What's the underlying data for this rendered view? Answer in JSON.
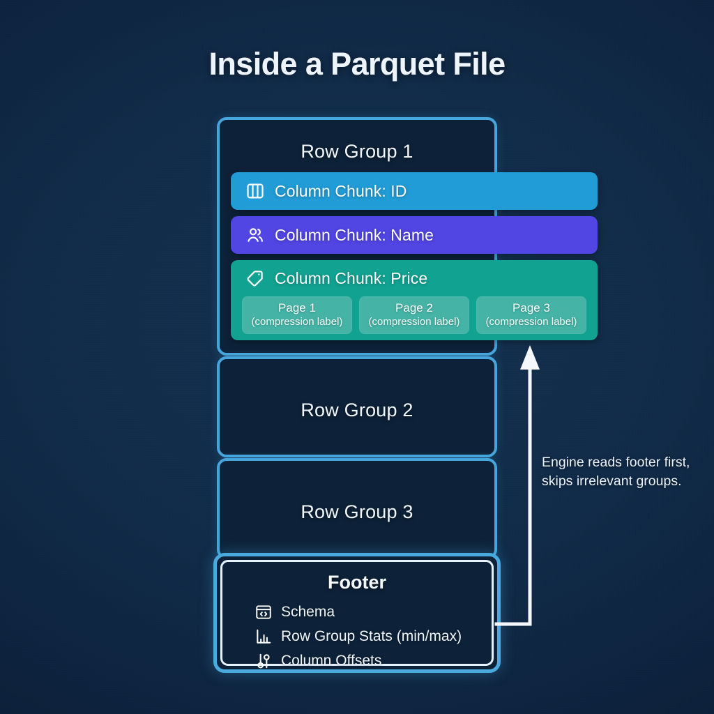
{
  "title": "Inside a Parquet File",
  "colors": {
    "background": "#102a47",
    "row_group_border": "#46a6dc",
    "row_group_fill": "#0d2239",
    "chunk_id": "#229cd6",
    "chunk_name": "#5145e3",
    "chunk_price": "#11a291",
    "page_box": "#45b4a6",
    "footer_border": "#4aa9dd",
    "footer_inner_ring": "#e6f2fb",
    "text": "#f2f7fc"
  },
  "row_groups": [
    {
      "label": "Row Group 1"
    },
    {
      "label": "Row Group 2"
    },
    {
      "label": "Row Group 3"
    }
  ],
  "column_chunks": [
    {
      "label": "Column Chunk: ID",
      "icon": "columns-icon"
    },
    {
      "label": "Column Chunk: Name",
      "icon": "users-icon"
    },
    {
      "label": "Column Chunk: Price",
      "icon": "tag-icon"
    }
  ],
  "pages": [
    {
      "name": "Page 1",
      "sub": "(compression label)"
    },
    {
      "name": "Page 2",
      "sub": "(compression label)"
    },
    {
      "name": "Page 3",
      "sub": "(compression label)"
    }
  ],
  "footer": {
    "title": "Footer",
    "items": [
      {
        "label": "Schema",
        "icon": "code-window-icon"
      },
      {
        "label": "Row Group Stats (min/max)",
        "icon": "bar-chart-icon"
      },
      {
        "label": "Column Offsets",
        "icon": "sliders-icon"
      }
    ]
  },
  "annotation": {
    "text": "Engine reads footer first, skips irrelevant groups."
  }
}
